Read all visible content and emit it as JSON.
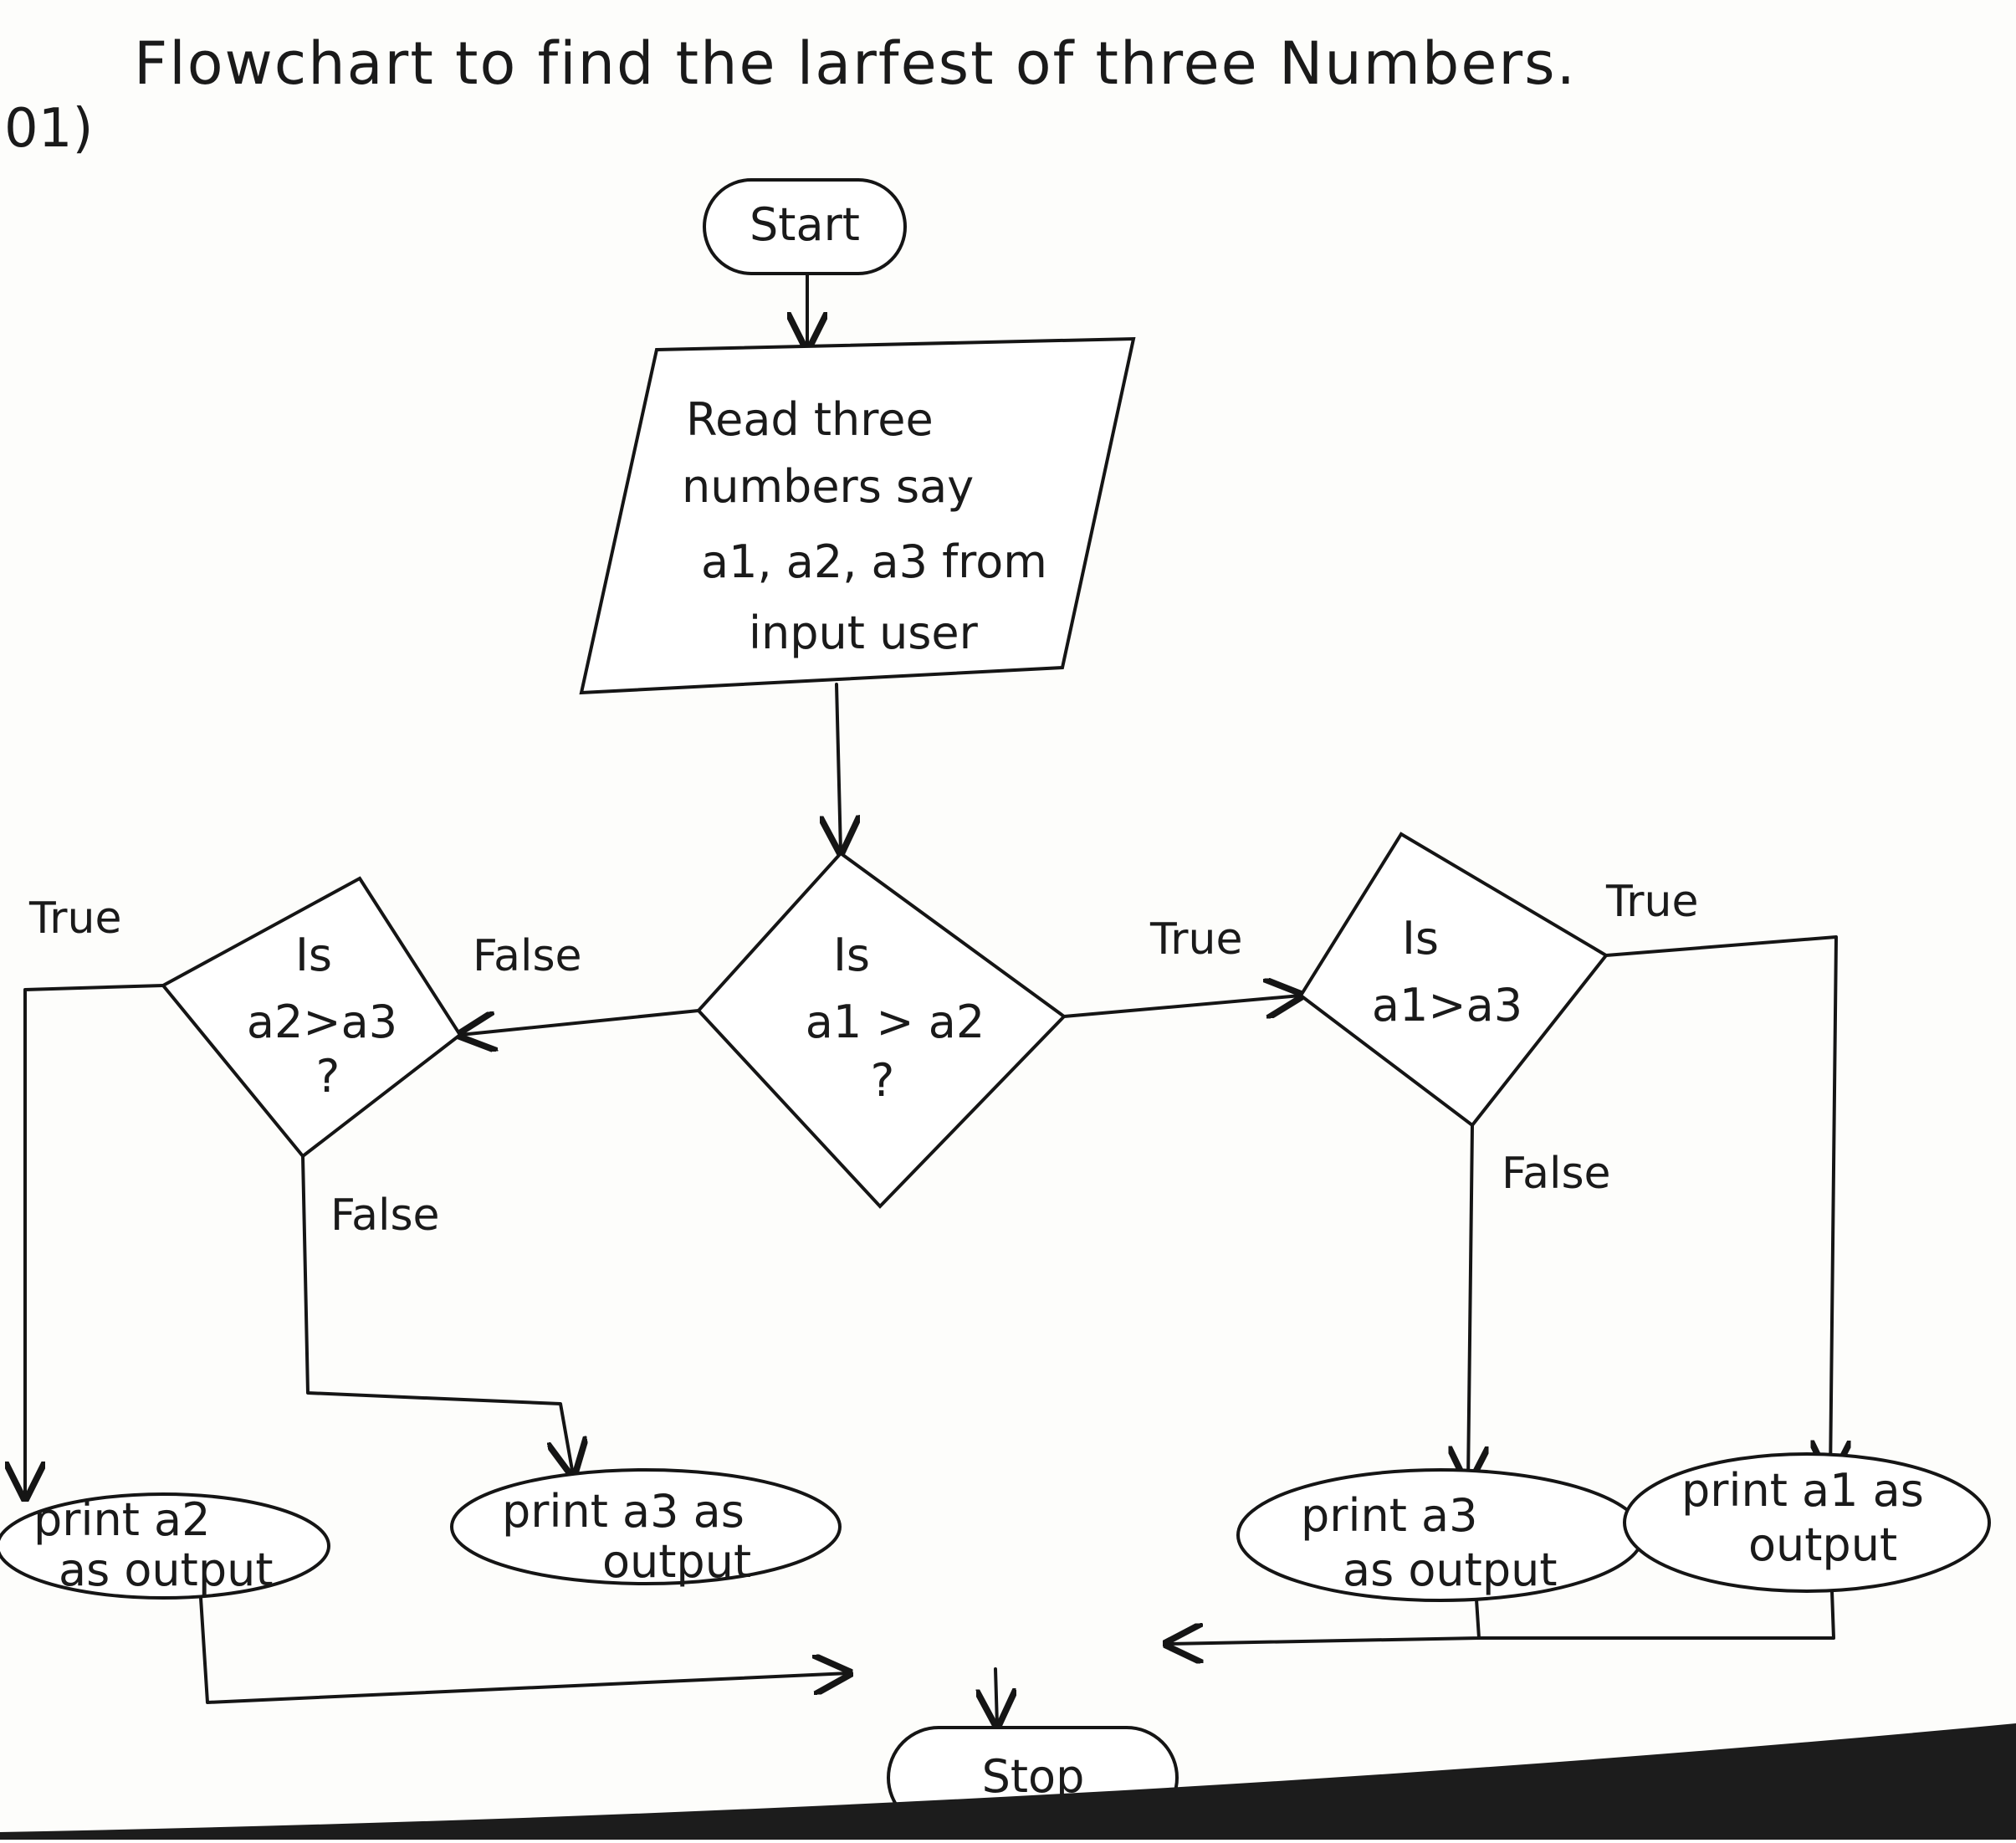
{
  "question_number": "01)",
  "title": "Flowchart to find the larfest of three Numbers.",
  "nodes": {
    "start": "Start",
    "input": [
      "Read three",
      "numbers say",
      "a1, a2, a3 from",
      "input user"
    ],
    "decision_main": [
      "Is",
      "a1 > a2",
      "?"
    ],
    "decision_left": [
      "Is",
      "a2>a3",
      "?"
    ],
    "decision_right": [
      "Is",
      "a1>a3"
    ],
    "print_a2": [
      "print a2",
      "as output"
    ],
    "print_a3_left": [
      "print a3 as",
      "output"
    ],
    "print_a3_right": [
      "print a3",
      "as output"
    ],
    "print_a1": [
      "print a1 as",
      "output"
    ],
    "stop": "Stop"
  },
  "edge_labels": {
    "main_false": "False",
    "main_true": "True",
    "left_true": "True",
    "left_false": "False",
    "right_true": "True",
    "right_false": "False"
  }
}
